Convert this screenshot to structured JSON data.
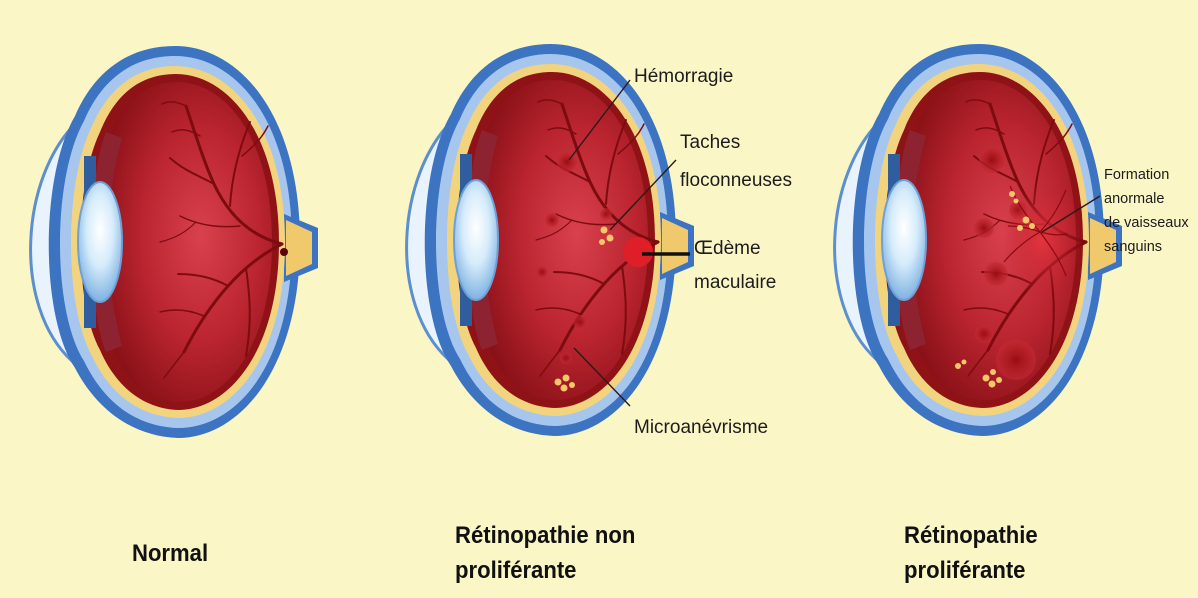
{
  "panels": [
    {
      "caption_line1": "Normal",
      "caption_line2": ""
    },
    {
      "caption_line1": "Rétinopathie non",
      "caption_line2": "proliférante"
    },
    {
      "caption_line1": "Rétinopathie",
      "caption_line2": "proliférante"
    }
  ],
  "labels": {
    "hemorrhage": "Hémorragie",
    "cotton_wool_1": "Taches",
    "cotton_wool_2": "floconneuses",
    "macular_edema_1": "Œdème",
    "macular_edema_2": "maculaire",
    "microaneurysm": "Microanévrisme",
    "neovasc_1": "Formation",
    "neovasc_2": "anormale",
    "neovasc_3": "de vaisseaux",
    "neovasc_4": "sanguins"
  },
  "colors": {
    "background": "#fbf6c6",
    "sclera_blue": "#3f78c4",
    "sclera_light": "#a9c8ee",
    "retina_yellow": "#f2d27a",
    "choroid_red": "#8f1216",
    "interior_red": "#b8232c",
    "vessel_red": "#7d0c10",
    "lens_blue": "#bfe1fa",
    "exudate_yellow": "#f5c66a"
  }
}
